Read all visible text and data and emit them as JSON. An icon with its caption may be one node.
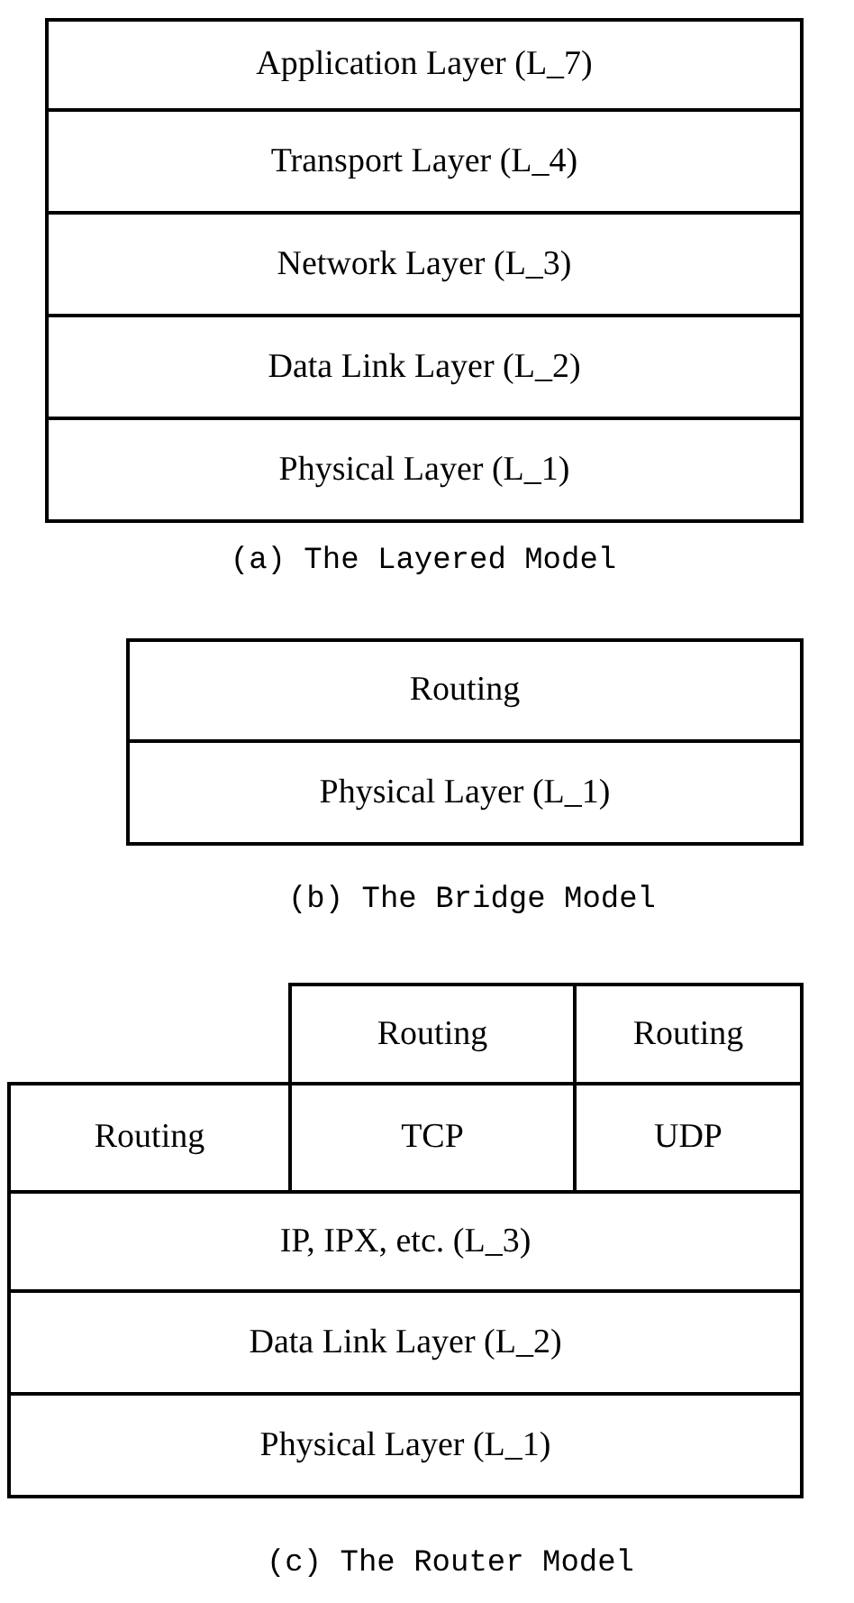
{
  "diagram": {
    "nodes": [
      {
        "text": [
          "Application Layer (L_7)"
        ]
      },
      {
        "text": [
          "Transport Layer (L_4)"
        ]
      },
      {
        "text": [
          "Network Layer (L_3)"
        ]
      },
      {
        "text": [
          "Data Link Layer (L_2)"
        ]
      },
      {
        "text": [
          "Physical Layer (L_1)"
        ]
      },
      {
        "text": [
          "Routing"
        ]
      },
      {
        "text": [
          "Physical Layer (L_1)"
        ]
      },
      {
        "text": [
          "Routing"
        ]
      },
      {
        "text": [
          "Routing"
        ]
      },
      {
        "text": [
          "Routing"
        ]
      },
      {
        "text": [
          "TCP"
        ]
      },
      {
        "text": [
          "UDP"
        ]
      },
      {
        "text": [
          "IP, IPX, etc. (L_3)"
        ]
      },
      {
        "text": [
          "Data Link Layer (L_2)"
        ]
      },
      {
        "text": [
          "Physical Layer (L_1)"
        ]
      }
    ],
    "labels": [
      "(a) The Layered Model",
      "(b) The Bridge Model",
      "(c) The Router Model"
    ]
  }
}
